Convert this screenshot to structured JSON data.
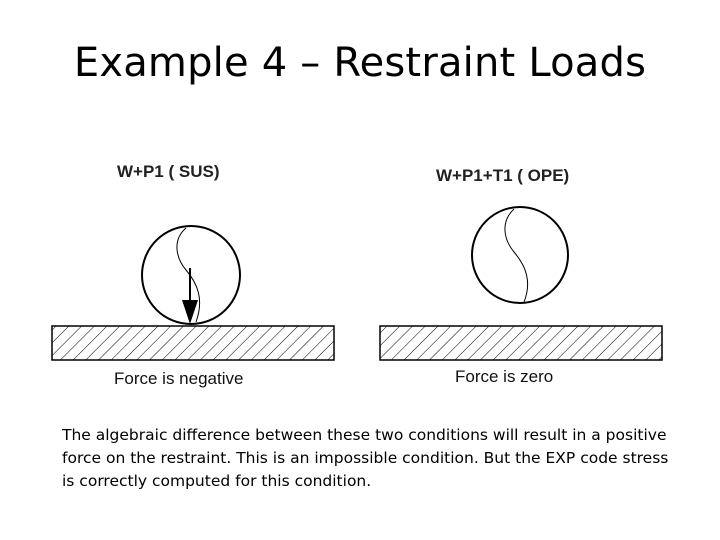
{
  "title": "Example 4 – Restraint Loads",
  "left_case": {
    "load_label": "W+P1   ( SUS)",
    "caption": "Force is negative"
  },
  "right_case": {
    "load_label": "W+P1+T1   ( OPE)",
    "caption": "Force is zero"
  },
  "description": "The algebraic difference between these two conditions will result in a positive force on the restraint.  This is an impossible condition.  But the EXP code stress is correctly computed for this condition."
}
